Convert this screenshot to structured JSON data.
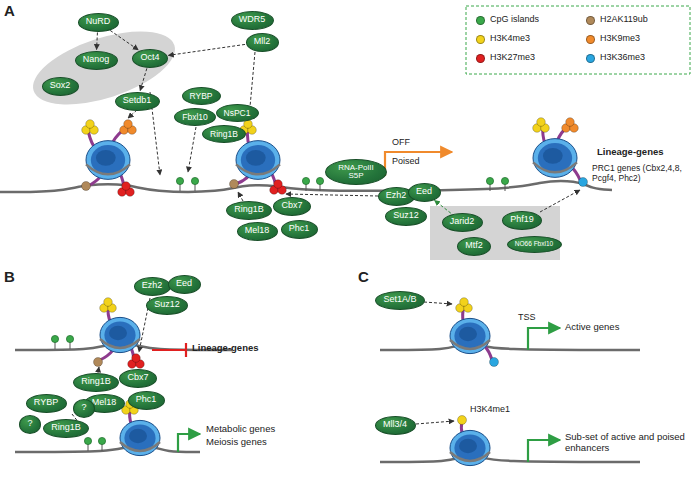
{
  "diagram": {
    "nodes": [
      {
        "text": [
          "NuRD"
        ]
      },
      {
        "text": [
          "Nanog"
        ]
      },
      {
        "text": [
          "Oct4"
        ]
      },
      {
        "text": [
          "Sox2"
        ]
      },
      {
        "text": [
          "Setdb1"
        ]
      },
      {
        "text": [
          "WDR5"
        ]
      },
      {
        "text": [
          "Mll2"
        ]
      },
      {
        "text": [
          "RYBP"
        ]
      },
      {
        "text": [
          "Fbxl10"
        ]
      },
      {
        "text": [
          "NsPC1"
        ]
      },
      {
        "text": [
          "Ring1B"
        ]
      },
      {
        "text": [
          "RNA-PolII S5P"
        ]
      },
      {
        "text": [
          "Ring1B"
        ]
      },
      {
        "text": [
          "Cbx7"
        ]
      },
      {
        "text": [
          "Mel18"
        ]
      },
      {
        "text": [
          "Phc1"
        ]
      },
      {
        "text": [
          "Ezh2"
        ]
      },
      {
        "text": [
          "Eed"
        ]
      },
      {
        "text": [
          "Suz12"
        ]
      },
      {
        "text": [
          "Jarid2"
        ]
      },
      {
        "text": [
          "Phf19"
        ]
      },
      {
        "text": [
          "NO66 Fbxl10"
        ]
      },
      {
        "text": [
          "Mtf2"
        ]
      },
      {
        "text": [
          "Ezh2"
        ]
      },
      {
        "text": [
          "Eed"
        ]
      },
      {
        "text": [
          "Suz12"
        ]
      },
      {
        "text": [
          "Ring1B"
        ]
      },
      {
        "text": [
          "Cbx7"
        ]
      },
      {
        "text": [
          "Mel18"
        ]
      },
      {
        "text": [
          "Phc1"
        ]
      },
      {
        "text": [
          "RYBP"
        ]
      },
      {
        "text": [
          "?"
        ]
      },
      {
        "text": [
          "?"
        ]
      },
      {
        "text": [
          "Ring1B"
        ]
      },
      {
        "text": [
          "Set1A/B"
        ]
      },
      {
        "text": [
          "Mll3/4"
        ]
      }
    ],
    "edges": [
      {
        "from": 0,
        "to": 1,
        "arrow": "to"
      },
      {
        "from": 0,
        "to": 2,
        "arrow": "to"
      },
      {
        "from": 6,
        "to": 2,
        "arrow": "to"
      },
      {
        "from": 2,
        "to": 4,
        "arrow": "to"
      },
      {
        "from": 19,
        "to": 17,
        "arrow": "to"
      }
    ],
    "labels": [
      "A",
      "OFF",
      "Poised",
      "Lineage-genes",
      "PRC1 genes (Cbx2,4,8, Pcgf4, Phc2)",
      "B",
      "Lineage-genes",
      "Metabolic genes",
      "Meiosis genes",
      "C",
      "TSS",
      "Active genes",
      "H3K4me1",
      "Sub-set of active and poised enhancers"
    ],
    "legend": [
      {
        "text": "CpG islands",
        "color": "#3aa84a"
      },
      {
        "text": "H2AK119ub",
        "color": "#b0895a"
      },
      {
        "text": "H3K4me3",
        "color": "#f2d21b"
      },
      {
        "text": "H3K9me3",
        "color": "#f08a2c"
      },
      {
        "text": "H3K27me3",
        "color": "#e02020"
      },
      {
        "text": "H3K36me3",
        "color": "#2aa6e0"
      }
    ]
  }
}
